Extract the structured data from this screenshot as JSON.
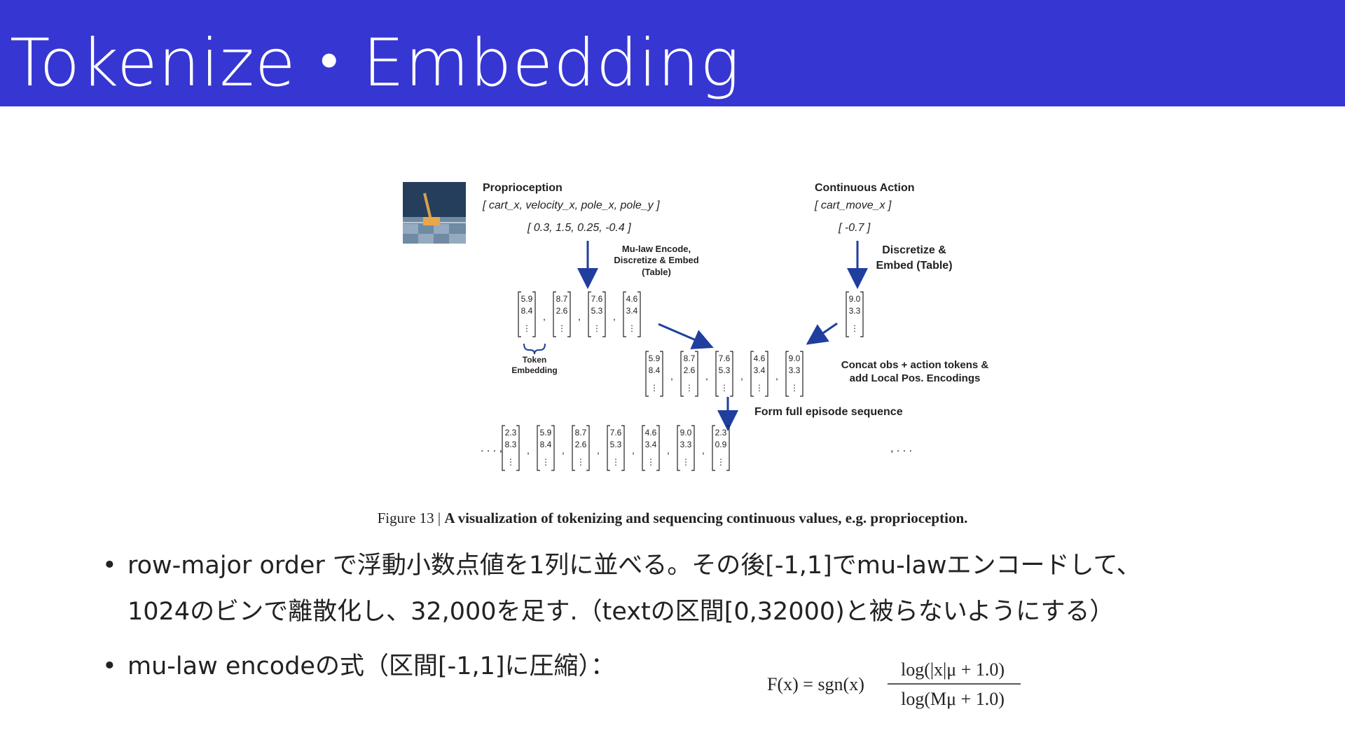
{
  "slide": {
    "title": "Tokenize・Embedding",
    "theme_color": "#3636d2"
  },
  "figure": {
    "proprioception": {
      "title": "Proprioception",
      "vars": "[ cart_x, velocity_x, pole_x, pole_y ]",
      "values": "[ 0.3, 1.5, 0.25, -0.4 ]"
    },
    "continuous_action": {
      "title": "Continuous Action",
      "vars": "[ cart_move_x ]",
      "values": "[ -0.7 ]"
    },
    "steps": {
      "mu_law_line1": "Mu-law Encode,",
      "mu_law_line2": "Discretize & Embed",
      "mu_law_line3": "(Table)",
      "discretize_line1": "Discretize &",
      "discretize_line2": "Embed (Table)",
      "token_line1": "Token",
      "token_line2": "Embedding",
      "concat_line1": "Concat obs + action tokens &",
      "concat_line2": "add Local Pos. Encodings",
      "form": "Form full episode sequence"
    },
    "obs_vectors": [
      [
        "5.9",
        "8.4"
      ],
      [
        "8.7",
        "2.6"
      ],
      [
        "7.6",
        "5.3"
      ],
      [
        "4.6",
        "3.4"
      ]
    ],
    "action_vector": [
      "9.0",
      "3.3"
    ],
    "concat_vectors": [
      [
        "5.9",
        "8.4"
      ],
      [
        "8.7",
        "2.6"
      ],
      [
        "7.6",
        "5.3"
      ],
      [
        "4.6",
        "3.4"
      ],
      [
        "9.0",
        "3.3"
      ]
    ],
    "sequence_vectors": [
      [
        "2.3",
        "8.3"
      ],
      [
        "5.9",
        "8.4"
      ],
      [
        "8.7",
        "2.6"
      ],
      [
        "7.6",
        "5.3"
      ],
      [
        "4.6",
        "3.4"
      ],
      [
        "9.0",
        "3.3"
      ],
      [
        "2.3",
        "0.9"
      ]
    ],
    "caption_prefix": "Figure 13 |",
    "caption_body": "A visualization of tokenizing and sequencing continuous values, e.g. proprioception."
  },
  "bullets": [
    {
      "line1": "row-major order で浮動小数点値を1列に並べる。その後[-1,1]でmu-lawエンコードして、",
      "line2": "1024のビンで離散化し、32,000を足す.（textの区間[0,32000)と被らないようにする）"
    },
    {
      "line1": "mu-law encodeの式（区間[-1,1]に圧縮）："
    }
  ],
  "formula": {
    "lhs": "F(x) = sgn(x)",
    "numerator": "log(|x|μ + 1.0)",
    "denominator": "log(Mμ + 1.0)"
  }
}
